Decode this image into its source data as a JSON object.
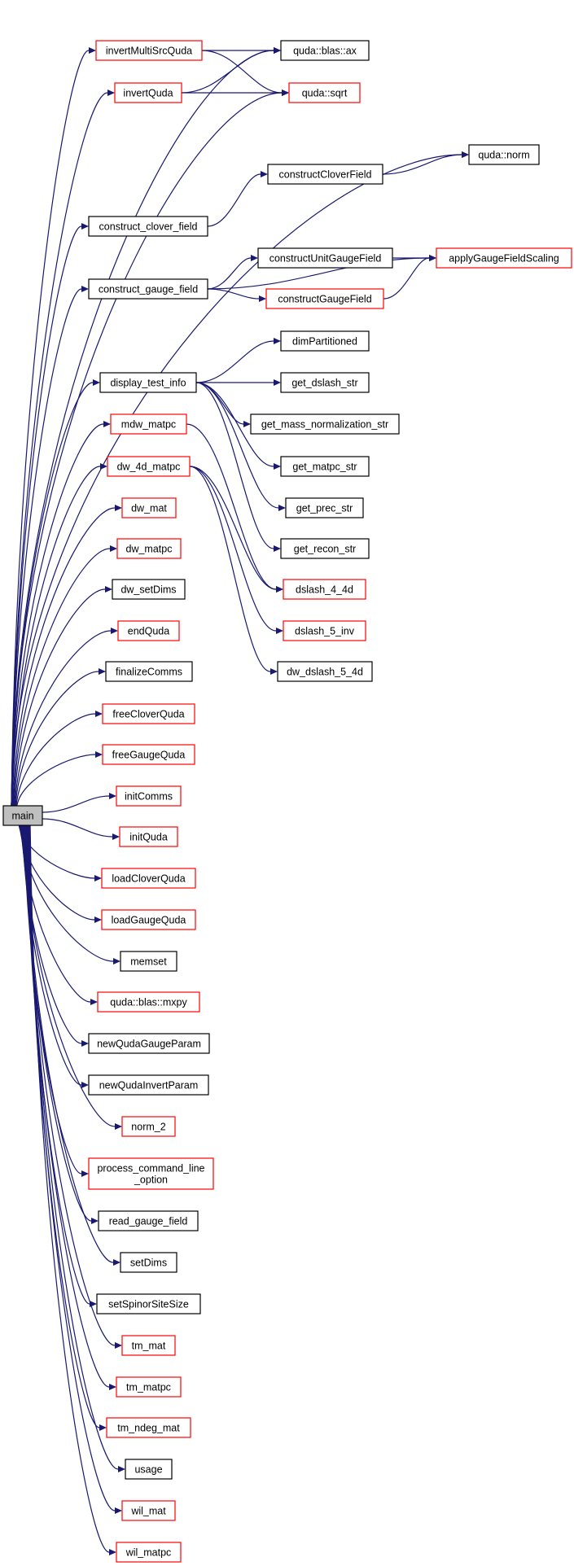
{
  "graph": {
    "colors": {
      "edge": "#191970",
      "border_default": "#000000",
      "border_link_missing": "#ff0000",
      "fill_default": "#ffffff",
      "fill_root": "#bfbfbf"
    },
    "nodes": [
      {
        "id": "main",
        "label": "main",
        "style": "root"
      },
      {
        "id": "invertMultiSrcQuda",
        "label": "invertMultiSrcQuda",
        "style": "red"
      },
      {
        "id": "invertQuda",
        "label": "invertQuda",
        "style": "red"
      },
      {
        "id": "ax",
        "label": "quda::blas::ax",
        "style": "black"
      },
      {
        "id": "sqrt",
        "label": "quda::sqrt",
        "style": "red"
      },
      {
        "id": "norm",
        "label": "quda::norm",
        "style": "black"
      },
      {
        "id": "constructCloverField",
        "label": "constructCloverField",
        "style": "black"
      },
      {
        "id": "construct_clover_field",
        "label": "construct_clover_field",
        "style": "black"
      },
      {
        "id": "constructUnitGaugeField",
        "label": "constructUnitGaugeField",
        "style": "black"
      },
      {
        "id": "applyGaugeFieldScaling",
        "label": "applyGaugeFieldScaling",
        "style": "red"
      },
      {
        "id": "construct_gauge_field",
        "label": "construct_gauge_field",
        "style": "black"
      },
      {
        "id": "constructGaugeField",
        "label": "constructGaugeField",
        "style": "red"
      },
      {
        "id": "dimPartitioned",
        "label": "dimPartitioned",
        "style": "black"
      },
      {
        "id": "display_test_info",
        "label": "display_test_info",
        "style": "black"
      },
      {
        "id": "get_dslash_str",
        "label": "get_dslash_str",
        "style": "black"
      },
      {
        "id": "get_mass_normalization_str",
        "label": "get_mass_normalization_str",
        "style": "black"
      },
      {
        "id": "mdw_matpc",
        "label": "mdw_matpc",
        "style": "red"
      },
      {
        "id": "get_matpc_str",
        "label": "get_matpc_str",
        "style": "black"
      },
      {
        "id": "dw_4d_matpc",
        "label": "dw_4d_matpc",
        "style": "red"
      },
      {
        "id": "get_prec_str",
        "label": "get_prec_str",
        "style": "black"
      },
      {
        "id": "dw_mat",
        "label": "dw_mat",
        "style": "red"
      },
      {
        "id": "get_recon_str",
        "label": "get_recon_str",
        "style": "black"
      },
      {
        "id": "dw_matpc",
        "label": "dw_matpc",
        "style": "red"
      },
      {
        "id": "dslash_4_4d",
        "label": "dslash_4_4d",
        "style": "red"
      },
      {
        "id": "dw_setDims",
        "label": "dw_setDims",
        "style": "black"
      },
      {
        "id": "dslash_5_inv",
        "label": "dslash_5_inv",
        "style": "red"
      },
      {
        "id": "endQuda",
        "label": "endQuda",
        "style": "red"
      },
      {
        "id": "dw_dslash_5_4d",
        "label": "dw_dslash_5_4d",
        "style": "black"
      },
      {
        "id": "finalizeComms",
        "label": "finalizeComms",
        "style": "black"
      },
      {
        "id": "freeCloverQuda",
        "label": "freeCloverQuda",
        "style": "red"
      },
      {
        "id": "freeGaugeQuda",
        "label": "freeGaugeQuda",
        "style": "red"
      },
      {
        "id": "initComms",
        "label": "initComms",
        "style": "red"
      },
      {
        "id": "initQuda",
        "label": "initQuda",
        "style": "red"
      },
      {
        "id": "loadCloverQuda",
        "label": "loadCloverQuda",
        "style": "red"
      },
      {
        "id": "loadGaugeQuda",
        "label": "loadGaugeQuda",
        "style": "red"
      },
      {
        "id": "memset",
        "label": "memset",
        "style": "black"
      },
      {
        "id": "mxpy",
        "label": "quda::blas::mxpy",
        "style": "red"
      },
      {
        "id": "newQudaGaugeParam",
        "label": "newQudaGaugeParam",
        "style": "black"
      },
      {
        "id": "newQudaInvertParam",
        "label": "newQudaInvertParam",
        "style": "black"
      },
      {
        "id": "norm_2",
        "label": "norm_2",
        "style": "red"
      },
      {
        "id": "process_command_line_option",
        "label": "process_command_line\n_option",
        "style": "red"
      },
      {
        "id": "read_gauge_field",
        "label": "read_gauge_field",
        "style": "black"
      },
      {
        "id": "setDims",
        "label": "setDims",
        "style": "black"
      },
      {
        "id": "setSpinorSiteSize",
        "label": "setSpinorSiteSize",
        "style": "black"
      },
      {
        "id": "tm_mat",
        "label": "tm_mat",
        "style": "red"
      },
      {
        "id": "tm_matpc",
        "label": "tm_matpc",
        "style": "red"
      },
      {
        "id": "tm_ndeg_mat",
        "label": "tm_ndeg_mat",
        "style": "red"
      },
      {
        "id": "usage",
        "label": "usage",
        "style": "black"
      },
      {
        "id": "wil_mat",
        "label": "wil_mat",
        "style": "red"
      },
      {
        "id": "wil_matpc",
        "label": "wil_matpc",
        "style": "red"
      }
    ],
    "edges": [
      {
        "from": "main",
        "to": "invertMultiSrcQuda"
      },
      {
        "from": "main",
        "to": "invertQuda"
      },
      {
        "from": "main",
        "to": "ax"
      },
      {
        "from": "main",
        "to": "sqrt"
      },
      {
        "from": "main",
        "to": "norm"
      },
      {
        "from": "main",
        "to": "construct_clover_field"
      },
      {
        "from": "main",
        "to": "construct_gauge_field"
      },
      {
        "from": "main",
        "to": "display_test_info"
      },
      {
        "from": "main",
        "to": "mdw_matpc"
      },
      {
        "from": "main",
        "to": "dw_4d_matpc"
      },
      {
        "from": "main",
        "to": "dw_mat"
      },
      {
        "from": "main",
        "to": "dw_matpc"
      },
      {
        "from": "main",
        "to": "dw_setDims"
      },
      {
        "from": "main",
        "to": "endQuda"
      },
      {
        "from": "main",
        "to": "finalizeComms"
      },
      {
        "from": "main",
        "to": "freeCloverQuda"
      },
      {
        "from": "main",
        "to": "freeGaugeQuda"
      },
      {
        "from": "main",
        "to": "initComms"
      },
      {
        "from": "main",
        "to": "initQuda"
      },
      {
        "from": "main",
        "to": "loadCloverQuda"
      },
      {
        "from": "main",
        "to": "loadGaugeQuda"
      },
      {
        "from": "main",
        "to": "memset"
      },
      {
        "from": "main",
        "to": "mxpy"
      },
      {
        "from": "main",
        "to": "newQudaGaugeParam"
      },
      {
        "from": "main",
        "to": "newQudaInvertParam"
      },
      {
        "from": "main",
        "to": "norm_2"
      },
      {
        "from": "main",
        "to": "process_command_line_option"
      },
      {
        "from": "main",
        "to": "read_gauge_field"
      },
      {
        "from": "main",
        "to": "setDims"
      },
      {
        "from": "main",
        "to": "setSpinorSiteSize"
      },
      {
        "from": "main",
        "to": "tm_mat"
      },
      {
        "from": "main",
        "to": "tm_matpc"
      },
      {
        "from": "main",
        "to": "tm_ndeg_mat"
      },
      {
        "from": "main",
        "to": "usage"
      },
      {
        "from": "main",
        "to": "wil_mat"
      },
      {
        "from": "main",
        "to": "wil_matpc"
      },
      {
        "from": "invertMultiSrcQuda",
        "to": "ax"
      },
      {
        "from": "invertMultiSrcQuda",
        "to": "sqrt"
      },
      {
        "from": "invertQuda",
        "to": "ax"
      },
      {
        "from": "invertQuda",
        "to": "sqrt"
      },
      {
        "from": "constructCloverField",
        "to": "norm"
      },
      {
        "from": "construct_clover_field",
        "to": "constructCloverField"
      },
      {
        "from": "construct_gauge_field",
        "to": "applyGaugeFieldScaling"
      },
      {
        "from": "construct_gauge_field",
        "to": "constructUnitGaugeField"
      },
      {
        "from": "construct_gauge_field",
        "to": "constructGaugeField"
      },
      {
        "from": "constructUnitGaugeField",
        "to": "applyGaugeFieldScaling"
      },
      {
        "from": "constructGaugeField",
        "to": "applyGaugeFieldScaling"
      },
      {
        "from": "display_test_info",
        "to": "dimPartitioned"
      },
      {
        "from": "display_test_info",
        "to": "get_dslash_str"
      },
      {
        "from": "display_test_info",
        "to": "get_mass_normalization_str"
      },
      {
        "from": "display_test_info",
        "to": "get_matpc_str"
      },
      {
        "from": "display_test_info",
        "to": "get_prec_str"
      },
      {
        "from": "display_test_info",
        "to": "get_recon_str"
      },
      {
        "from": "mdw_matpc",
        "to": "dslash_4_4d"
      },
      {
        "from": "dw_4d_matpc",
        "to": "dslash_4_4d"
      },
      {
        "from": "dw_4d_matpc",
        "to": "dslash_5_inv"
      },
      {
        "from": "dw_4d_matpc",
        "to": "dw_dslash_5_4d"
      }
    ]
  }
}
